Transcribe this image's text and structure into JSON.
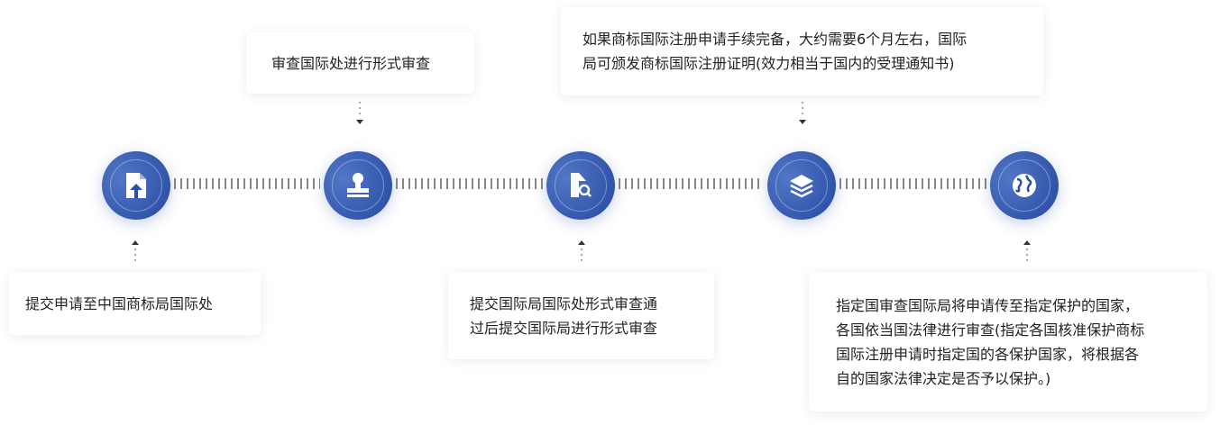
{
  "steps": [
    {
      "icon": "file-upload-icon",
      "lines": [
        "提交申请至中国商标局国际处"
      ]
    },
    {
      "icon": "stamp-icon",
      "lines": [
        "审查国际处进行形式审查"
      ]
    },
    {
      "icon": "file-search-icon",
      "lines": [
        "提交国际局国际处形式审查通",
        "过后提交国际局进行形式审查"
      ]
    },
    {
      "icon": "layers-icon",
      "lines": [
        "如果商标国际注册申请手续完备，大约需要6个月左右，国际",
        "局可颁发商标国际注册证明(效力相当于国内的受理通知书)"
      ]
    },
    {
      "icon": "globe-icon",
      "lines": [
        "指定国审查国际局将申请传至指定保护的国家，",
        "各国依当国法律进行审查(指定各国核准保护商标",
        "国际注册申请时指定国的各保护国家，将根据各",
        "自的国家法律决定是否予以保护。)"
      ]
    }
  ],
  "colors": {
    "primary": "#2b4fa8"
  }
}
